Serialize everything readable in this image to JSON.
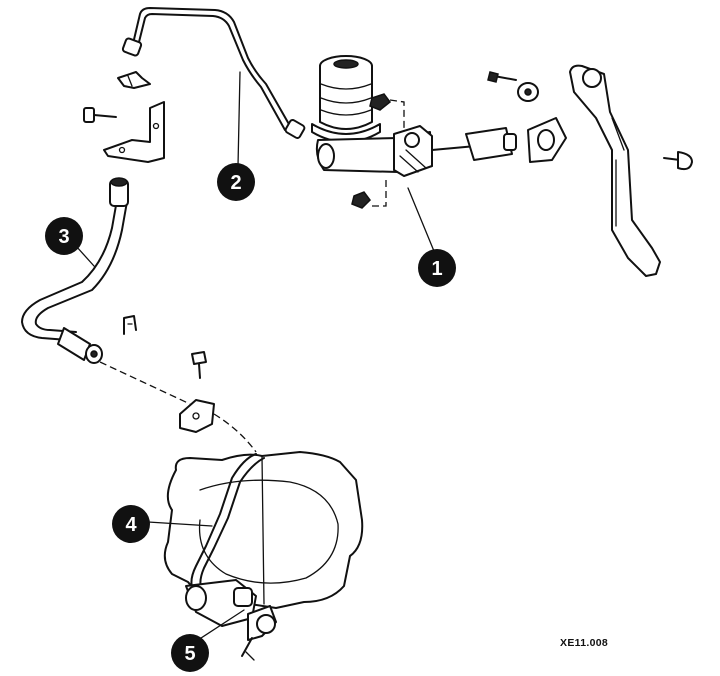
{
  "callouts": [
    {
      "id": "master-cylinder",
      "label": "1"
    },
    {
      "id": "hydraulic-pipe",
      "label": "2"
    },
    {
      "id": "flexible-hose",
      "label": "3"
    },
    {
      "id": "slave-pipe",
      "label": "4"
    },
    {
      "id": "slave-cylinder",
      "label": "5"
    }
  ],
  "reference_code": "XE11.008",
  "colors": {
    "line": "#111111",
    "background": "#ffffff",
    "callout_fill": "#111111",
    "callout_text": "#ffffff"
  }
}
